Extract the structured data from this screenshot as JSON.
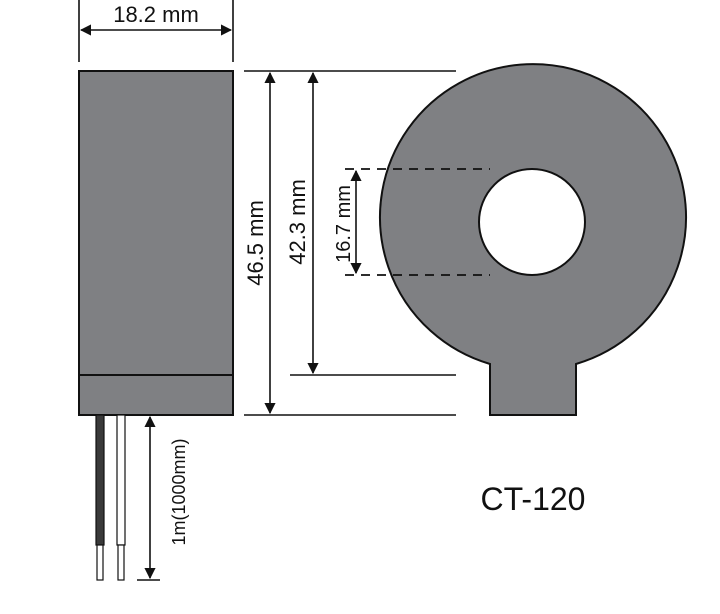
{
  "dimensions": {
    "width_label": "18.2 mm",
    "total_height_label": "46.5 mm",
    "body_height_label": "42.3 mm",
    "hole_diameter_label": "16.7 mm",
    "lead_length_label": "1m(1000mm)"
  },
  "model": "CT-120",
  "colors": {
    "body": "#7f8083",
    "outline": "#111111",
    "hole": "#ffffff",
    "lead_black": "#3a3a3a",
    "lead_white": "#ffffff"
  }
}
